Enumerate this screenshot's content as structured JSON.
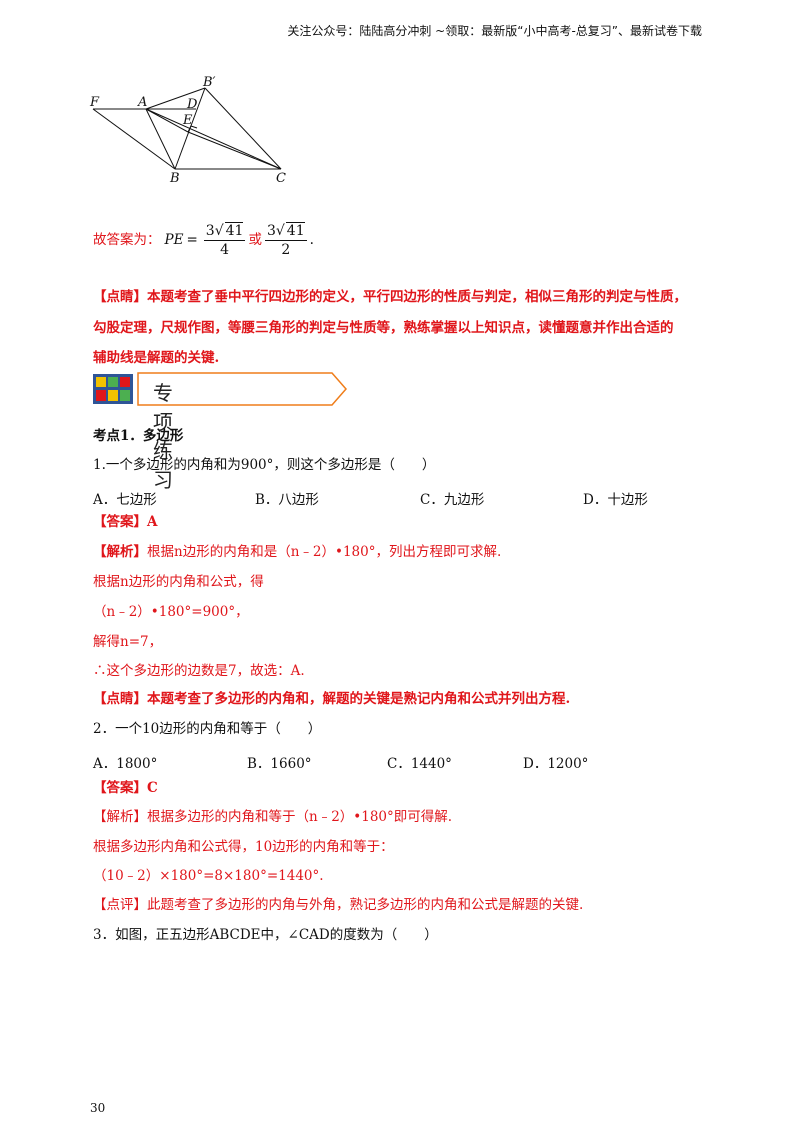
{
  "header": "关注公众号：陆陆高分冲刺  ~领取：最新版“小中高考-总复习”、最新试卷下载",
  "figure": {
    "labels": [
      "F",
      "A",
      "B′",
      "D",
      "E",
      "B",
      "C"
    ]
  },
  "answer_line": {
    "prefix": "故答案为：",
    "lhs": "PE",
    "eq": "=",
    "f1_coef": "3",
    "f1_rad": "41",
    "f1_den": "4",
    "or": "或",
    "f2_coef": "3",
    "f2_rad": "41",
    "f2_den": "2",
    "end": "."
  },
  "comment1": {
    "lines": [
      "【点睛】本题考查了垂中平行四边形的定义，平行四边形的性质与判定，相似三角形的判定与性质，",
      "勾股定理，尺规作图，等腰三角形的判定与性质等，熟练掌握以上知识点，读懂题意并作出合适的",
      "辅助线是解题的关键."
    ]
  },
  "section": {
    "title": "专项练习"
  },
  "topic": "考点1．多边形",
  "q1": {
    "stem": "1.一个多边形的内角和为900°，则这个多边形是（　　）",
    "choices": [
      "A．七边形",
      "B．八边形",
      "C．九边形",
      "D．十边形"
    ],
    "answer": "【答案】A",
    "analysis_tag": "【解析】",
    "analysis": "根据n边形的内角和是（n﹣2）•180°，列出方程即可求解.",
    "step1": "根据n边形的内角和公式，得",
    "step2": "（n﹣2）•180°=900°，",
    "step3": "解得n=7，",
    "step4": "∴这个多边形的边数是7，故选：A.",
    "comment": "【点睛】本题考查了多边形的内角和，解题的关键是熟记内角和公式并列出方程."
  },
  "q2": {
    "stem": "2．一个10边形的内角和等于（　　）",
    "choices": [
      "A．1800°",
      "B．1660°",
      "C．1440°",
      "D．1200°"
    ],
    "answer": "【答案】C",
    "analysis": "【解析】根据多边形的内角和等于（n﹣2）•180°即可得解.",
    "step1": "根据多边形内角和公式得，10边形的内角和等于：",
    "step2": "（10﹣2）×180°=8×180°=1440°.",
    "comment": "【点评】此题考查了多边形的内角与外角，熟记多边形的内角和公式是解题的关键."
  },
  "q3": {
    "stem": "3．如图，正五边形ABCDE中，∠CAD的度数为（　　）"
  },
  "page_number": "30"
}
